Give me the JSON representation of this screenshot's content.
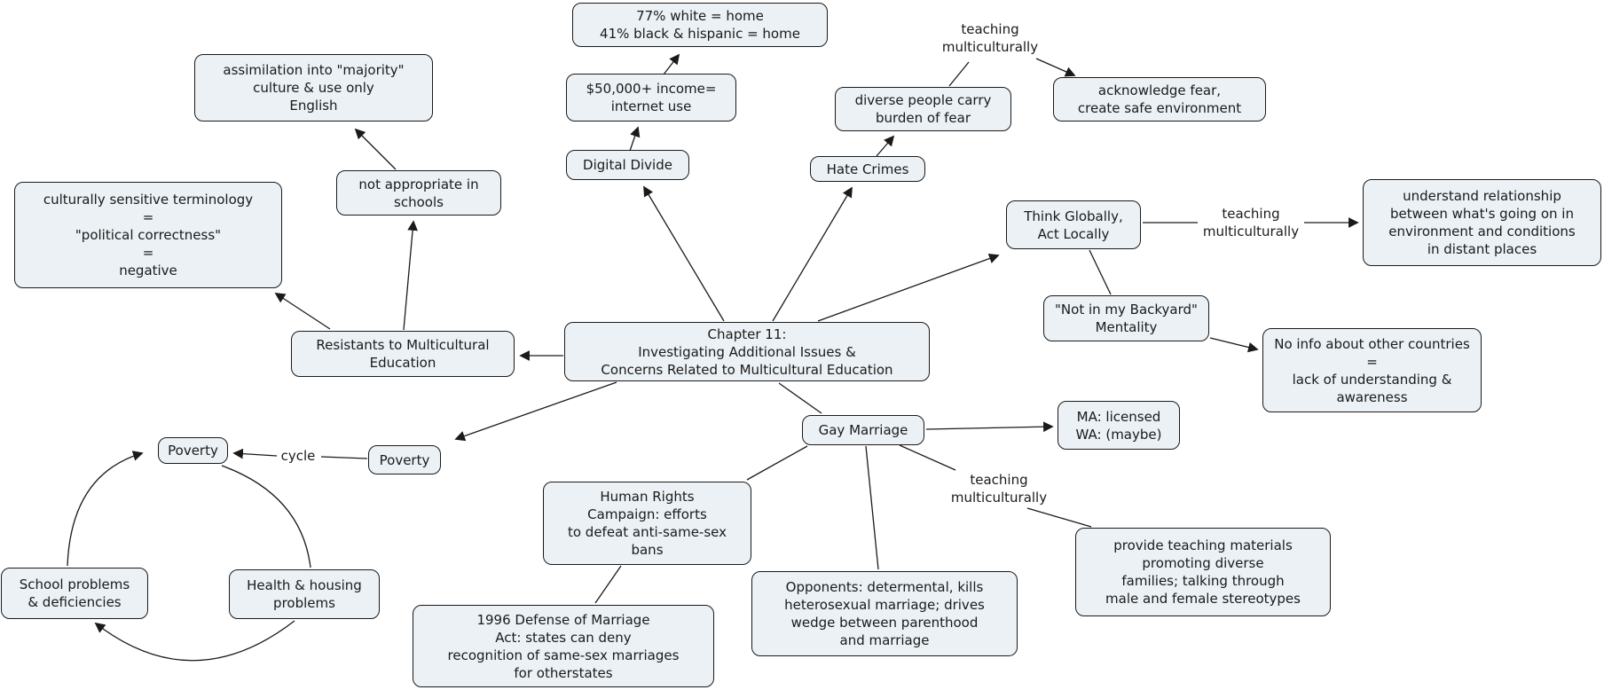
{
  "title": "Chapter 11 multicultural education concept map",
  "colors": {
    "background": "#ffffff",
    "node_fill": "#ebf1f5",
    "node_border": "#1a1a1a",
    "line": "#1a1a1a",
    "text": "#1a1a1a"
  },
  "nodes": {
    "stats_internet": {
      "text": "77% white = home\n41% black & hispanic = home"
    },
    "income_internet": {
      "text": "$50,000+ income=\ninternet use"
    },
    "digital_divide": {
      "text": "Digital Divide"
    },
    "assimilation": {
      "text": "assimilation into \"majority\"\nculture & use only\nEnglish"
    },
    "not_appropriate": {
      "text": "not appropriate in\nschools"
    },
    "culturally_sensitive": {
      "text": "culturally sensitive terminology\n=\n\"political correctness\"\n=\nnegative"
    },
    "resistants": {
      "text": "Resistants to Multicultural\nEducation"
    },
    "chapter_11": {
      "text": "Chapter 11:\nInvestigating Additional Issues &\nConcerns Related to Multicultural Education"
    },
    "hate_crimes": {
      "text": "Hate Crimes"
    },
    "diverse_people": {
      "text": "diverse people carry\nburden of fear"
    },
    "acknowledge_fear": {
      "text": "acknowledge fear,\ncreate safe environment"
    },
    "think_globally": {
      "text": "Think Globally,\nAct Locally"
    },
    "understand_relationship": {
      "text": "understand relationship\nbetween what's going on in\nenvironment and conditions\nin distant places"
    },
    "backyard_mentality": {
      "text": "\"Not in my Backyard\"\nMentality"
    },
    "no_info": {
      "text": "No info about other countries\n=\nlack of understanding &\nawareness"
    },
    "gay_marriage": {
      "text": "Gay Marriage"
    },
    "ma_wa": {
      "text": "MA: licensed\nWA: (maybe)"
    },
    "poverty_left": {
      "text": "Poverty"
    },
    "poverty_right": {
      "text": "Poverty"
    },
    "school_problems": {
      "text": "School problems\n& deficiencies"
    },
    "health_housing": {
      "text": "Health & housing\nproblems"
    },
    "human_rights": {
      "text": "Human Rights\nCampaign: efforts\nto defeat anti-same-sex\nbans"
    },
    "doma_1996": {
      "text": "1996 Defense of Marriage\nAct: states can deny\nrecognition of same-sex marriages\nfor otherstates"
    },
    "opponents": {
      "text": "Opponents: determental, kills\nheterosexual marriage; drives\nwedge between parenthood\nand marriage"
    },
    "provide_materials": {
      "text": "provide teaching materials\npromoting diverse\nfamilies; talking through\nmale and female stereotypes"
    }
  },
  "edge_labels": {
    "teaching_top": "teaching\nmulticulturally",
    "teaching_right": "teaching\nmulticulturally",
    "teaching_bottom": "teaching\nmulticulturally",
    "cycle": "cycle"
  }
}
